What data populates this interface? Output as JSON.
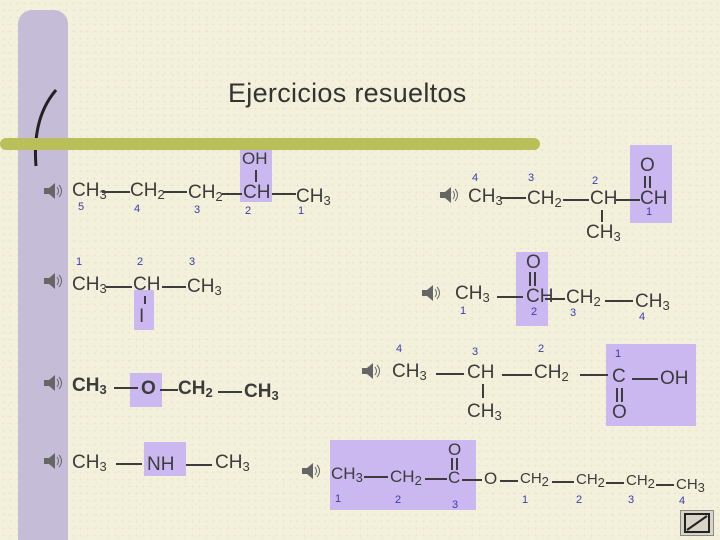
{
  "slide": {
    "title": "Ejercicios resueltos"
  },
  "ex1": {
    "a": "CH",
    "a3": "3",
    "b": "CH",
    "b2": "2",
    "c": "CH",
    "c2": "2",
    "d": "CH",
    "oh": "OH",
    "e": "CH",
    "e3": "3",
    "n5": "5",
    "n4": "4",
    "n3": "3",
    "n2": "2",
    "n1": "1"
  },
  "ex2": {
    "a": "CH",
    "a3": "3",
    "b": "CH",
    "b2": "2",
    "c": "CH",
    "o": "O",
    "d": "CH",
    "sub": "CH",
    "sub3": "3",
    "n4": "4",
    "n3": "3",
    "n2": "2",
    "n1": "1"
  },
  "ex3": {
    "a": "CH",
    "a3": "3",
    "b": "CH",
    "i": "I",
    "c": "CH",
    "c3": "3",
    "n1": "1",
    "n2": "2",
    "n3": "3"
  },
  "ex4": {
    "a": "CH",
    "a3": "3",
    "o": "O",
    "b": "CH",
    "b2": "2",
    "c": "CH",
    "c3": "3",
    "n1": "1",
    "n2": "2",
    "n3": "3",
    "n4": "4"
  },
  "ex5": {
    "a": "CH",
    "a3": "3",
    "o": "O",
    "b": "CH",
    "b2": "2",
    "c": "CH",
    "c3": "3"
  },
  "ex6": {
    "a": "CH",
    "a3": "3",
    "b": "CH",
    "sub": "CH",
    "sub3": "3",
    "c": "CH",
    "c2": "2",
    "d": "C",
    "o": "O",
    "oh": "OH",
    "n4": "4",
    "n3": "3",
    "n2": "2",
    "n1": "1"
  },
  "ex7": {
    "a": "CH",
    "a3": "3",
    "nh": "NH",
    "b": "CH",
    "b3": "3"
  },
  "ex8": {
    "a": "CH",
    "a3": "3",
    "b": "CH",
    "b2": "2",
    "c": "C",
    "o1": "O",
    "o2": "O",
    "d": "CH",
    "d2": "2",
    "e": "CH",
    "e2": "2",
    "f": "CH",
    "f2": "2",
    "g": "CH",
    "g3": "3",
    "n1": "1",
    "n2": "2",
    "n3": "3",
    "m1": "1",
    "m2": "2",
    "m3": "3",
    "m4": "4"
  },
  "icons": {
    "speaker": "speaker-icon",
    "nav": "next-slide-icon"
  }
}
